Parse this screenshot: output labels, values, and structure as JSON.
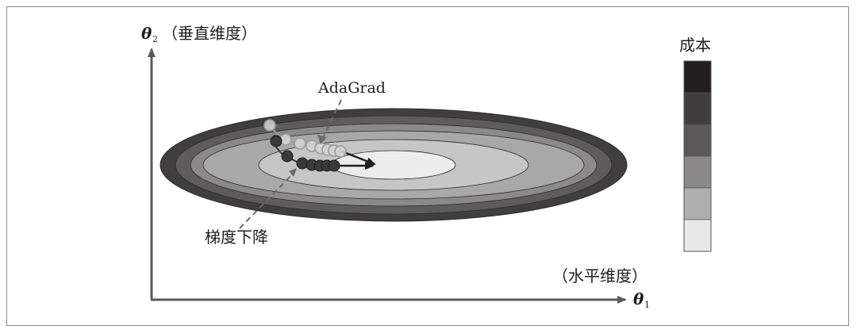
{
  "axes": {
    "y_symbol": "θ",
    "y_subscript": "2",
    "y_caption": "（垂直维度）",
    "x_symbol": "θ",
    "x_subscript": "1",
    "x_caption": "（水平维度）"
  },
  "annotations": {
    "adagrad_label": "AdaGrad",
    "gd_label": "梯度下降"
  },
  "legend": {
    "title": "成本",
    "levels": [
      "#221e1f",
      "#3f3d3e",
      "#5a5859",
      "#8a8889",
      "#b0afb0",
      "#e8e8e8"
    ]
  },
  "contours": {
    "fills": [
      "#403e3f",
      "#5e5c5d",
      "#8b898a",
      "#a9a8a9",
      "#c7c6c7",
      "#ececec"
    ]
  },
  "paths": {
    "adagrad_color": "#9a9a9a",
    "gd_color": "#3a3a3a"
  }
}
